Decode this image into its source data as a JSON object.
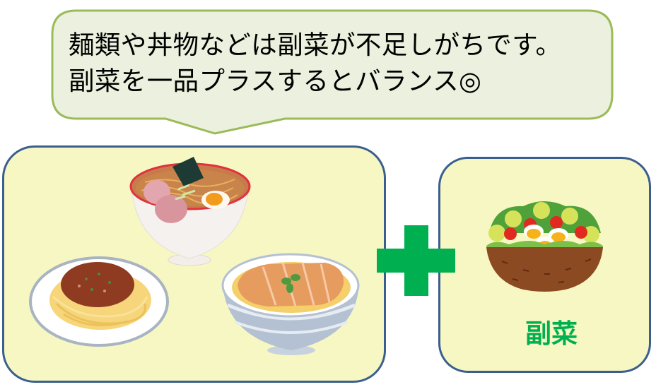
{
  "speech_bubble": {
    "line1": "麺類や丼物などは副菜が不足しがちです。",
    "line2": "副菜を一品プラスするとバランス◎",
    "fill_color": "#EBF1DE",
    "border_color": "#9BBB59"
  },
  "main_dishes_panel": {
    "items": [
      {
        "name": "ramen",
        "icon": "ramen-bowl-illustration"
      },
      {
        "name": "meat-sauce-spaghetti",
        "icon": "spaghetti-plate-illustration"
      },
      {
        "name": "katsudon",
        "icon": "katsudon-bowl-illustration"
      }
    ],
    "fill_color": "#F7F7C3",
    "border_color": "#3A5F8F"
  },
  "plus_sign": {
    "symbol": "+",
    "color": "#00B050"
  },
  "side_dish_panel": {
    "label": "副菜",
    "icon": "salad-bowl-illustration",
    "label_color": "#00B050"
  }
}
